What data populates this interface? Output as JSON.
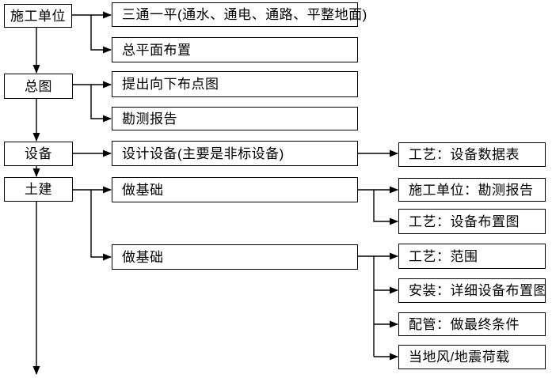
{
  "diagram_type": "flowchart",
  "colors": {
    "line": "#000000",
    "box_border": "#000000",
    "text": "#000000",
    "background": "#ffffff"
  },
  "nodes": {
    "construction_unit": {
      "label": "施工单位"
    },
    "general_layout": {
      "label": "总图"
    },
    "equipment": {
      "label": "设备"
    },
    "civil_engineering": {
      "label": "土建"
    },
    "three_access_one_level": {
      "label": "三通一平(通水、通电、通路、平整地面)"
    },
    "general_plane_layout": {
      "label": "总平面布置"
    },
    "downward_point_layout": {
      "label": "提出向下布点图"
    },
    "survey_report": {
      "label": "勘测报告"
    },
    "design_equipment": {
      "label": "设计设备(主要是非标设备)"
    },
    "foundation_1": {
      "label": "做基础"
    },
    "foundation_2": {
      "label": "做基础"
    },
    "process_equipment_datasheet": {
      "label": "工艺：设备数据表"
    },
    "construction_unit_survey_report": {
      "label": "施工单位：勘测报告"
    },
    "process_equipment_layout": {
      "label": "工艺：设备布置图"
    },
    "process_scope": {
      "label": "工艺：范围"
    },
    "installation_detailed_layout": {
      "label": "安装：详细设备布置图"
    },
    "piping_final_conditions": {
      "label": "配管：做最终条件"
    },
    "local_wind_seismic_load": {
      "label": "当地风/地震荷载"
    }
  }
}
